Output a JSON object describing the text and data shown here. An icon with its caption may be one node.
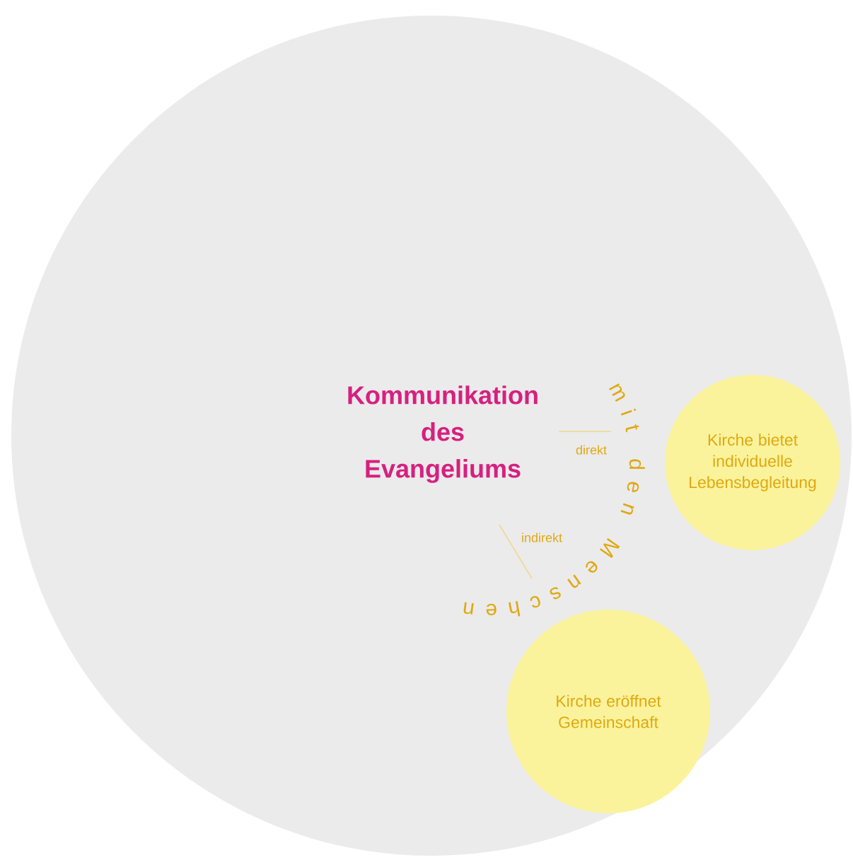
{
  "diagram": {
    "nodes": [
      {
        "text": [
          "Kommunikation des Evangeliums"
        ]
      },
      {
        "text": [
          "Kirche bietet individuelle Lebensbegleitung"
        ],
        "in": 0
      },
      {
        "text": [
          "Kirche eröffnet Gemeinschaft"
        ],
        "in": 0
      }
    ],
    "edges": [],
    "labels": [
      "mit den Menschen",
      "direkt",
      "indirekt"
    ]
  }
}
